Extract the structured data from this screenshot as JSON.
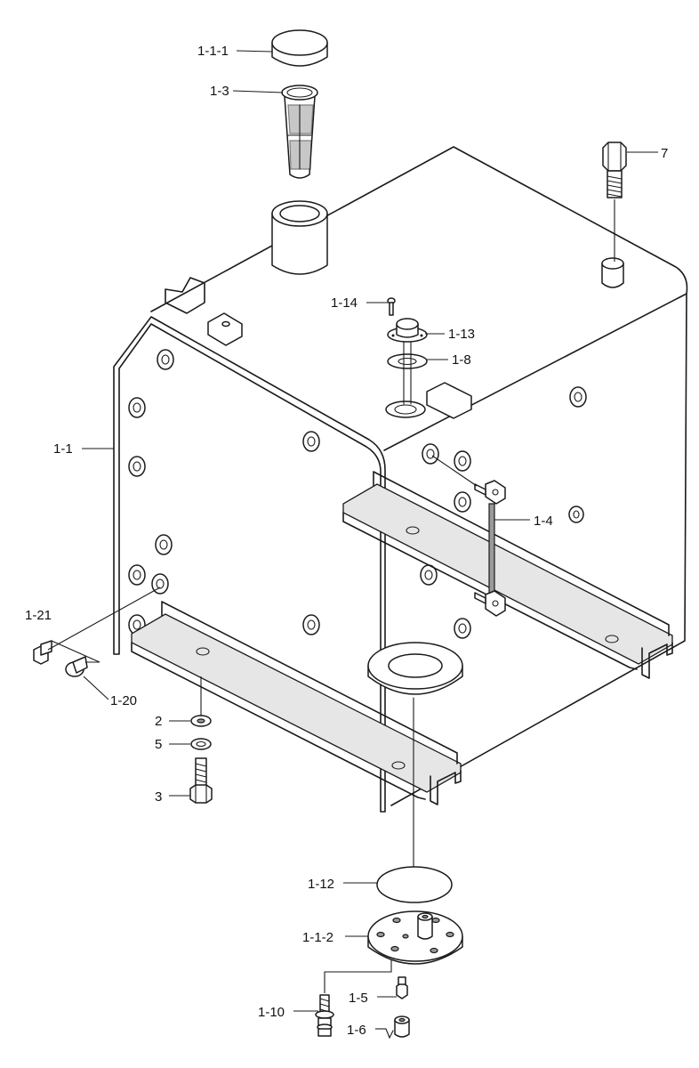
{
  "labels": {
    "p_1_1_1": "1-1-1",
    "p_1_3": "1-3",
    "p_7": "7",
    "p_1_14": "1-14",
    "p_1_13": "1-13",
    "p_1_8": "1-8",
    "p_1_1": "1-1",
    "p_1_4": "1-4",
    "p_1_21": "1-21",
    "p_1_20": "1-20",
    "p_2": "2",
    "p_5": "5",
    "p_3": "3",
    "p_1_12": "1-12",
    "p_1_1_2": "1-1-2",
    "p_1_5": "1-5",
    "p_1_10": "1-10",
    "p_1_6": "1-6"
  },
  "colors": {
    "line": "#1a1a1a",
    "background": "#ffffff"
  }
}
